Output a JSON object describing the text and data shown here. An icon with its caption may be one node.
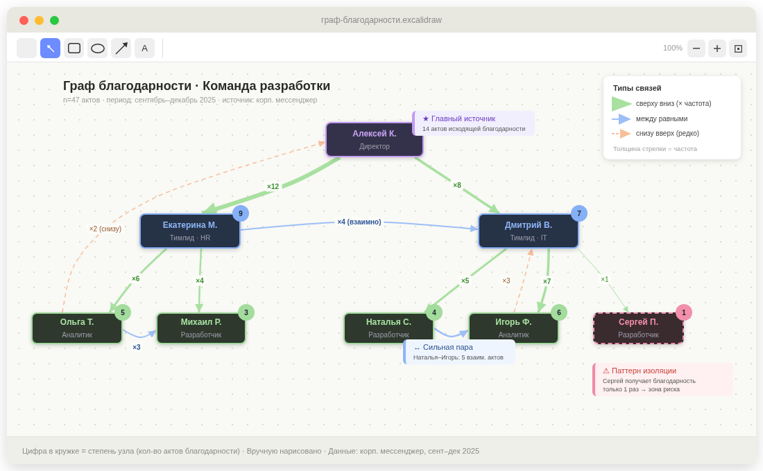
{
  "diagram": {
    "title": "Граф благодарности · Команда разработки",
    "caption": "Цифра в кружке = степень узла (кол-во актов благодарности) · Вручную нарисовано · Данные: корп. мессенджер, сент–дек 2025",
    "nodes": [
      {
        "text": [
          "Алексей К.",
          "Директор"
        ]
      },
      {
        "text": [
          "★ Главный источник",
          "14 актов исходящей благодарности"
        ]
      },
      {
        "text": [
          "Екатерина М.",
          "Тимлид · HR"
        ],
        "beside": [
          "9"
        ]
      },
      {
        "text": [
          "Дмитрий В.",
          "Тимлид · IT"
        ],
        "beside": [
          "7"
        ]
      },
      {
        "text": [
          "Ольга Т.",
          "Аналитик"
        ],
        "beside": [
          "5"
        ]
      },
      {
        "text": [
          "Михаил Р.",
          "Разработчик"
        ],
        "beside": [
          "3"
        ]
      },
      {
        "text": [
          "Наталья С.",
          "Разработчик"
        ],
        "beside": [
          "4"
        ]
      },
      {
        "text": [
          "Игорь Ф.",
          "Аналитик"
        ],
        "beside": [
          "6"
        ]
      },
      {
        "text": [
          "Сергей П.",
          "Разработчик"
        ],
        "beside": [
          "1"
        ]
      },
      {
        "text": [
          "↔ Сильная пара",
          "Наталья–Игорь: 5 взаим. актов"
        ]
      },
      {
        "text": [
          "⚠ Паттерн изоляции",
          "Сергей получает благодарность только 1 раз → зона риска"
        ]
      }
    ],
    "edges": [
      {
        "from": 0,
        "to": 2,
        "arrow": "to",
        "label": "×12",
        "style": "thick"
      },
      {
        "from": 0,
        "to": 3,
        "arrow": "to",
        "label": "×8"
      },
      {
        "from": 2,
        "to": 3,
        "arrow": "to",
        "label": "×4 (взаимно)",
        "color": "#9dbff7"
      },
      {
        "from": 2,
        "to": 4,
        "arrow": "to",
        "label": "×6"
      },
      {
        "from": 2,
        "to": 5,
        "arrow": "to",
        "label": "×4"
      },
      {
        "from": 4,
        "to": 5,
        "arrow": "to",
        "label": "×3",
        "color": "#9dbff7"
      },
      {
        "from": 4,
        "to": 0,
        "arrow": "to",
        "label": "×2 (снизу)",
        "style": "dashed",
        "color": "#f8bf9a"
      },
      {
        "from": 3,
        "to": 6,
        "arrow": "to",
        "label": "×5"
      },
      {
        "from": 3,
        "to": 7,
        "arrow": "to",
        "label": "×7"
      },
      {
        "from": 7,
        "to": 3,
        "arrow": "to",
        "label": "×3",
        "style": "dashed",
        "color": "#f8bf9a"
      },
      {
        "from": 3,
        "to": 8,
        "arrow": "to",
        "label": "×1"
      },
      {
        "from": 6,
        "to": 7,
        "arrow": "to",
        "color": "#9dbff7"
      }
    ],
    "labels": [
      "граф-благодарности.excalidraw",
      "A",
      "100%",
      "n=47 актов · период: сентябрь–декабрь 2025 · источник: корп. мессенджер",
      "Типы связей",
      "Толщина стрелки = частота"
    ],
    "legend": [
      {
        "text": "сверху вниз (× частота)"
      },
      {
        "text": "между равными"
      },
      {
        "text": "снизу вверх (редко)"
      }
    ]
  }
}
